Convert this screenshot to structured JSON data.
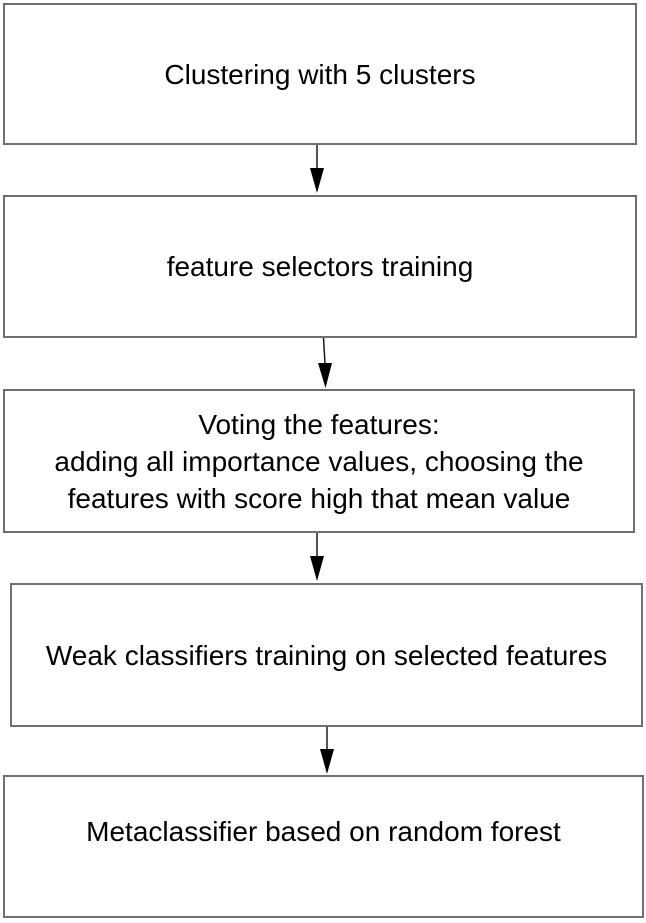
{
  "diagram": {
    "type": "flowchart",
    "direction": "top-down",
    "nodes": [
      {
        "id": "clustering",
        "label": "Clustering with 5 clusters"
      },
      {
        "id": "feature-selectors-training",
        "label": "feature selectors training"
      },
      {
        "id": "voting-the-features",
        "label": "Voting the features:\nadding all importance values, choosing the\nfeatures with score high that mean value"
      },
      {
        "id": "weak-classifiers-training",
        "label": "Weak classifiers training on selected features"
      },
      {
        "id": "metaclassifier",
        "label": "Metaclassifier based on random forest"
      }
    ],
    "edges": [
      {
        "from": "clustering",
        "to": "feature-selectors-training"
      },
      {
        "from": "feature-selectors-training",
        "to": "voting-the-features"
      },
      {
        "from": "voting-the-features",
        "to": "weak-classifiers-training"
      },
      {
        "from": "weak-classifiers-training",
        "to": "metaclassifier"
      }
    ],
    "colors": {
      "background": "#ffffff",
      "node_fill": "#ffffff",
      "node_border": "#707070",
      "text": "#000000",
      "arrow": "#000000"
    }
  }
}
